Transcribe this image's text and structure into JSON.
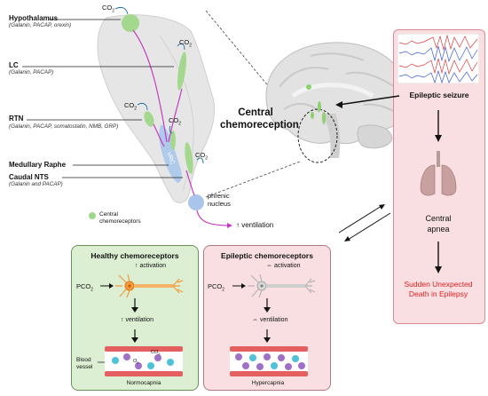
{
  "regions": [
    {
      "name": "Hypothalamus",
      "detail": "(Galanin, PACAP, orexin)"
    },
    {
      "name": "LC",
      "detail": "(Galanin, PACAP)"
    },
    {
      "name": "RTN",
      "detail": "(Galanin, PACAP, somatostatin, NMB, GRP)"
    },
    {
      "name": "Medullary Raphe",
      "detail": ""
    },
    {
      "name": "Caudal NTS",
      "detail": "(Galanin and PACAP)"
    }
  ],
  "co2_label": "CO",
  "co2_sub": "2",
  "vrc_label": "VRC",
  "legend_label": "Central chemoreceptors",
  "phrenic_label": "phrenic nucleus",
  "ventilation_label": "↑ ventilation",
  "central_title": "Central chemoreception",
  "right_panel": {
    "seizure": "Epileptic seizure",
    "apnea": "Central apnea",
    "death": "Sudden Unexpected Death in Epilepsy"
  },
  "healthy_panel": {
    "title": "Healthy chemoreceptors",
    "activation": "↑ activation",
    "pco2": "PCO",
    "pco2_sub": "2",
    "ventilation": "↑ ventilation",
    "vessel_label": "Blood vessel",
    "o2": "O",
    "o2_sub": "2",
    "state": "Normocapnia"
  },
  "epileptic_panel": {
    "title": "Epileptic chemoreceptors",
    "activation": "⇔ activation",
    "pco2": "PCO",
    "pco2_sub": "2",
    "ventilation": "⇔ ventilation",
    "state": "Hypercapnia"
  },
  "colors": {
    "green_bg": "#dcefd2",
    "pink_bg": "#f9dfe2",
    "chemoreceptor_green": "#9fd68a",
    "magenta": "#c43bbf",
    "death_red": "#e02020",
    "co2_cyan": "#4fc1d8",
    "o2_purple": "#a070c8"
  }
}
